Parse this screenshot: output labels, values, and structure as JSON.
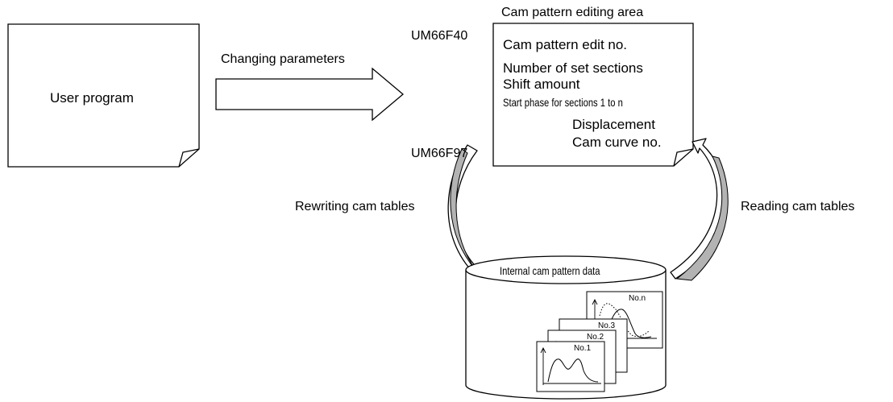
{
  "user_program": {
    "label": "User program"
  },
  "changing_parameters": {
    "label": "Changing parameters"
  },
  "editing_area": {
    "title": "Cam pattern editing area",
    "start_address": "UM66F40",
    "end_address": "UM66F97",
    "items": [
      "Cam pattern edit no.",
      "Number of set sections",
      "Shift amount",
      "Start phase for sections 1 to n",
      "Displacement",
      "Cam curve no."
    ]
  },
  "rewriting": {
    "label": "Rewriting cam tables"
  },
  "reading": {
    "label": "Reading cam tables"
  },
  "internal_data": {
    "label": "Internal cam pattern data",
    "cards": [
      "No.1",
      "No.2",
      "No.3",
      "No.n"
    ]
  },
  "colors": {
    "stroke": "#000000",
    "arrow_fill": "#b3b3b3",
    "background": "#ffffff"
  }
}
